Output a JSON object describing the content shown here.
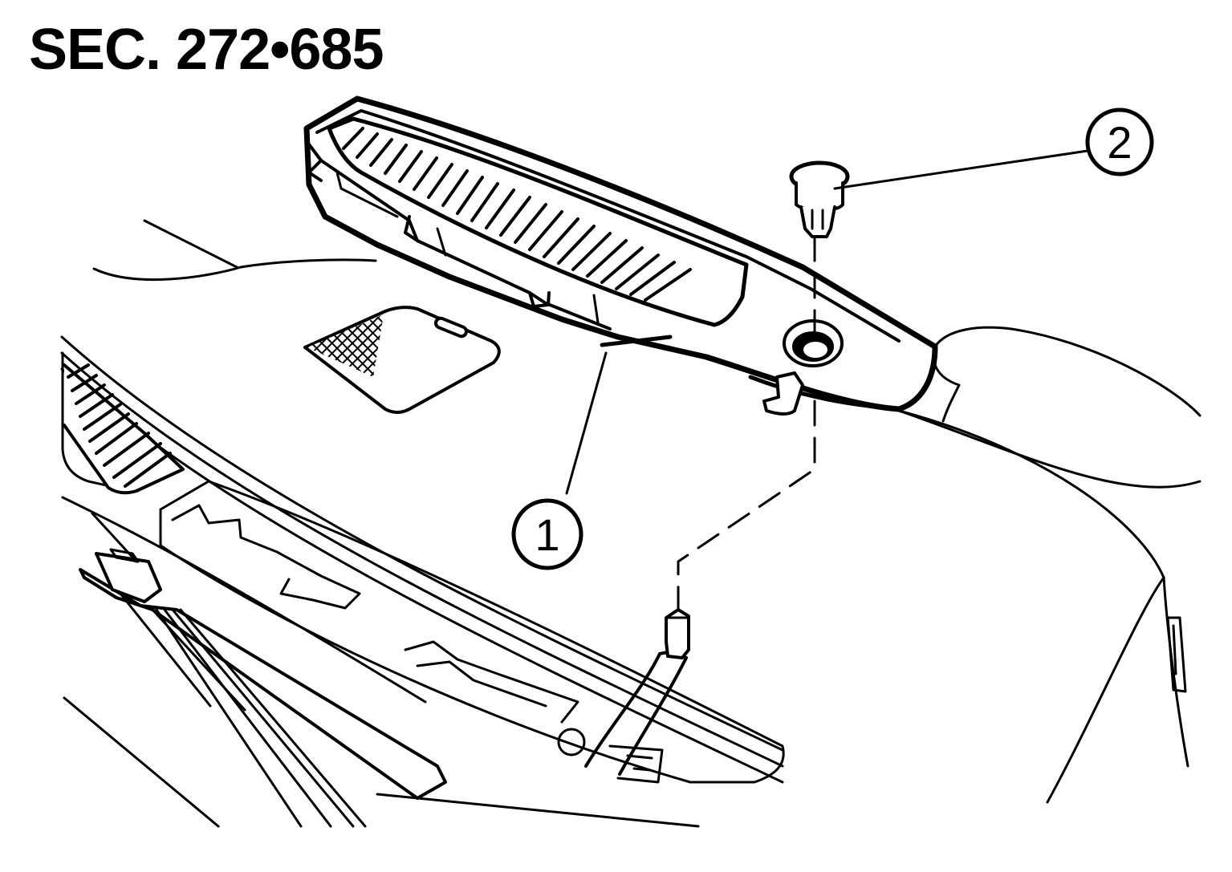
{
  "header": {
    "section_code": "SEC. 272•685"
  },
  "callouts": [
    {
      "number": "1"
    },
    {
      "number": "2"
    }
  ]
}
